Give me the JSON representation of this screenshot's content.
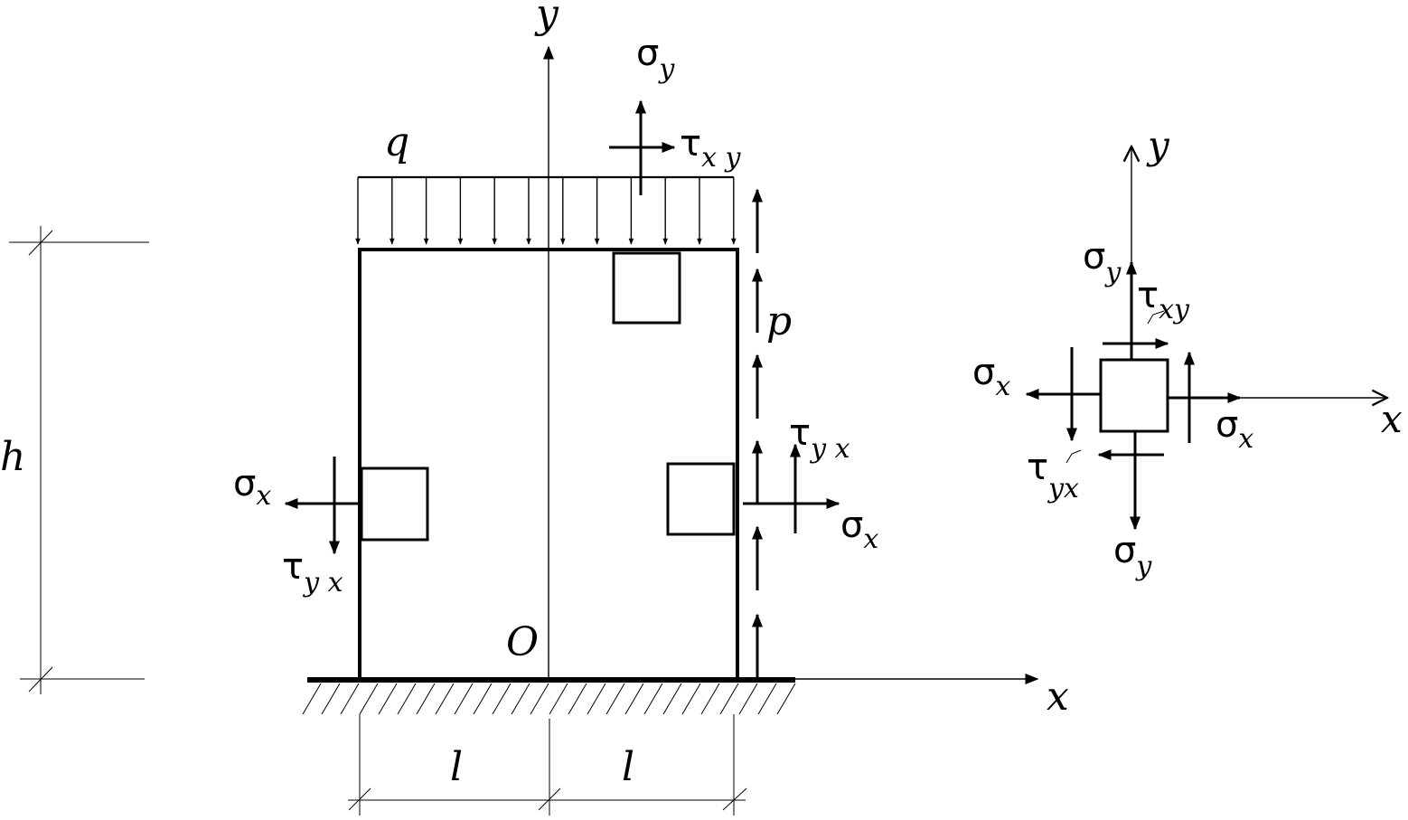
{
  "diagram": {
    "main_panel": {
      "axis_y": "y",
      "axis_x": "x",
      "origin": "O",
      "load_q": "q",
      "load_p": "p",
      "height": "h",
      "half_width_left": "l",
      "half_width_right": "l",
      "top_element": {
        "sigma": "σ",
        "sigma_sub": "y",
        "tau": "τ",
        "tau_sub": "x y"
      },
      "left_element": {
        "sigma": "σ",
        "sigma_sub": "x",
        "tau": "τ",
        "tau_sub": "y x"
      },
      "right_element": {
        "sigma": "σ",
        "sigma_sub": "x",
        "tau": "τ",
        "tau_sub": "y x"
      }
    },
    "stress_element": {
      "axis_y": "y",
      "axis_x": "x",
      "sigma_y_top": {
        "sigma": "σ",
        "sub": "y"
      },
      "tau_xy": {
        "tau": "τ",
        "sub": "xy"
      },
      "sigma_x_left": {
        "sigma": "σ",
        "sub": "x"
      },
      "sigma_x_right": {
        "sigma": "σ",
        "sub": "x"
      },
      "tau_yx": {
        "tau": "τ",
        "sub": "yx"
      },
      "sigma_y_bottom": {
        "sigma": "σ",
        "sub": "y"
      }
    }
  }
}
